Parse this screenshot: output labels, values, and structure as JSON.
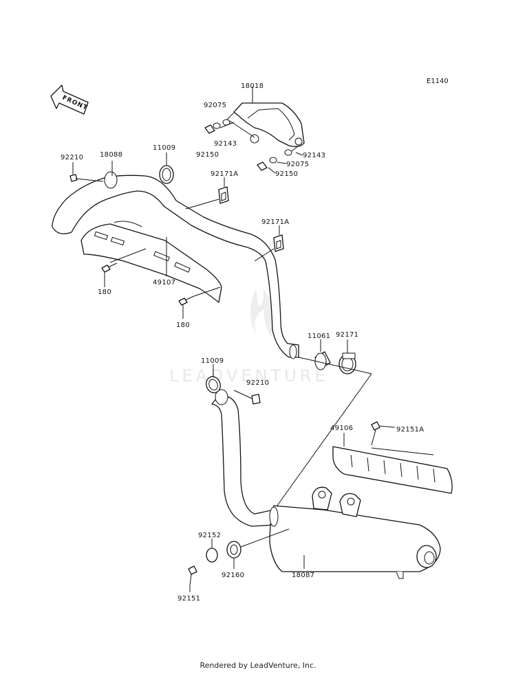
{
  "diagram_id": "E1140",
  "direction_label": "FRONT",
  "watermark": "LEADVENTURE",
  "footer": "Rendered by LeadVenture, Inc.",
  "callouts": {
    "c18018": "18018",
    "c92075a": "92075",
    "c92143a": "92143",
    "c92150a": "92150",
    "c92143b": "92143",
    "c92075b": "92075",
    "c92150b": "92150",
    "c92210a": "92210",
    "c18088": "18088",
    "c11009a": "11009",
    "c92171Aa": "92171A",
    "c92171Ab": "92171A",
    "c180a": "180",
    "c49107": "49107",
    "c180b": "180",
    "c11061": "11061",
    "c92171": "92171",
    "c11009b": "11009",
    "c92210b": "92210",
    "c49106": "49106",
    "c92151A": "92151A",
    "c92152": "92152",
    "c92160": "92160",
    "c18087": "18087",
    "c92151": "92151"
  }
}
